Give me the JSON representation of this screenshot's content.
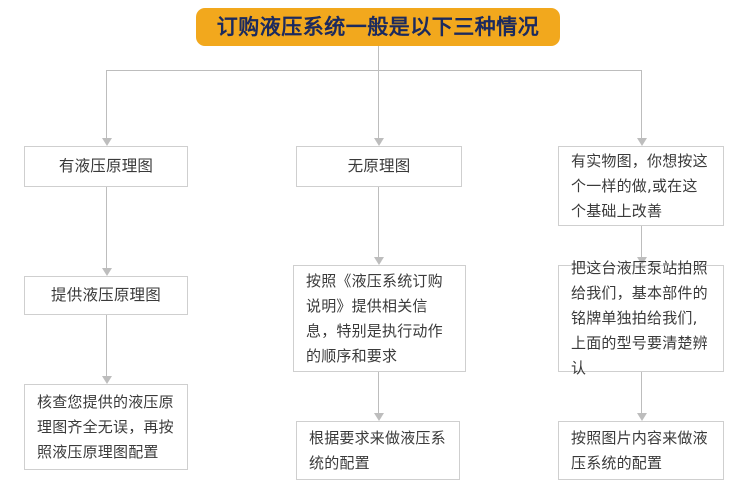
{
  "diagram": {
    "title": "订购液压系统一般是以下三种情况",
    "accent_color": "#f2a81d",
    "title_text_color": "#1b2a5e",
    "box_border_color": "#cfcfcf",
    "connector_color": "#bdbdbd",
    "branches": [
      {
        "id": "branch-1",
        "steps": [
          "有液压原理图",
          "提供液压原理图",
          "核查您提供的液压原理图齐全无误，再按照液压原理图配置"
        ]
      },
      {
        "id": "branch-2",
        "steps": [
          "无原理图",
          "按照《液压系统订购说明》提供相关信息，特别是执行动作的顺序和要求",
          "根据要求来做液压系统的配置"
        ]
      },
      {
        "id": "branch-3",
        "steps": [
          "有实物图，你想按这个一样的做,或在这个基础上改善",
          "把这台液压泵站拍照给我们，基本部件的铭牌单独拍给我们,上面的型号要清楚辨认",
          "按照图片内容来做液压系统的配置"
        ]
      }
    ]
  }
}
